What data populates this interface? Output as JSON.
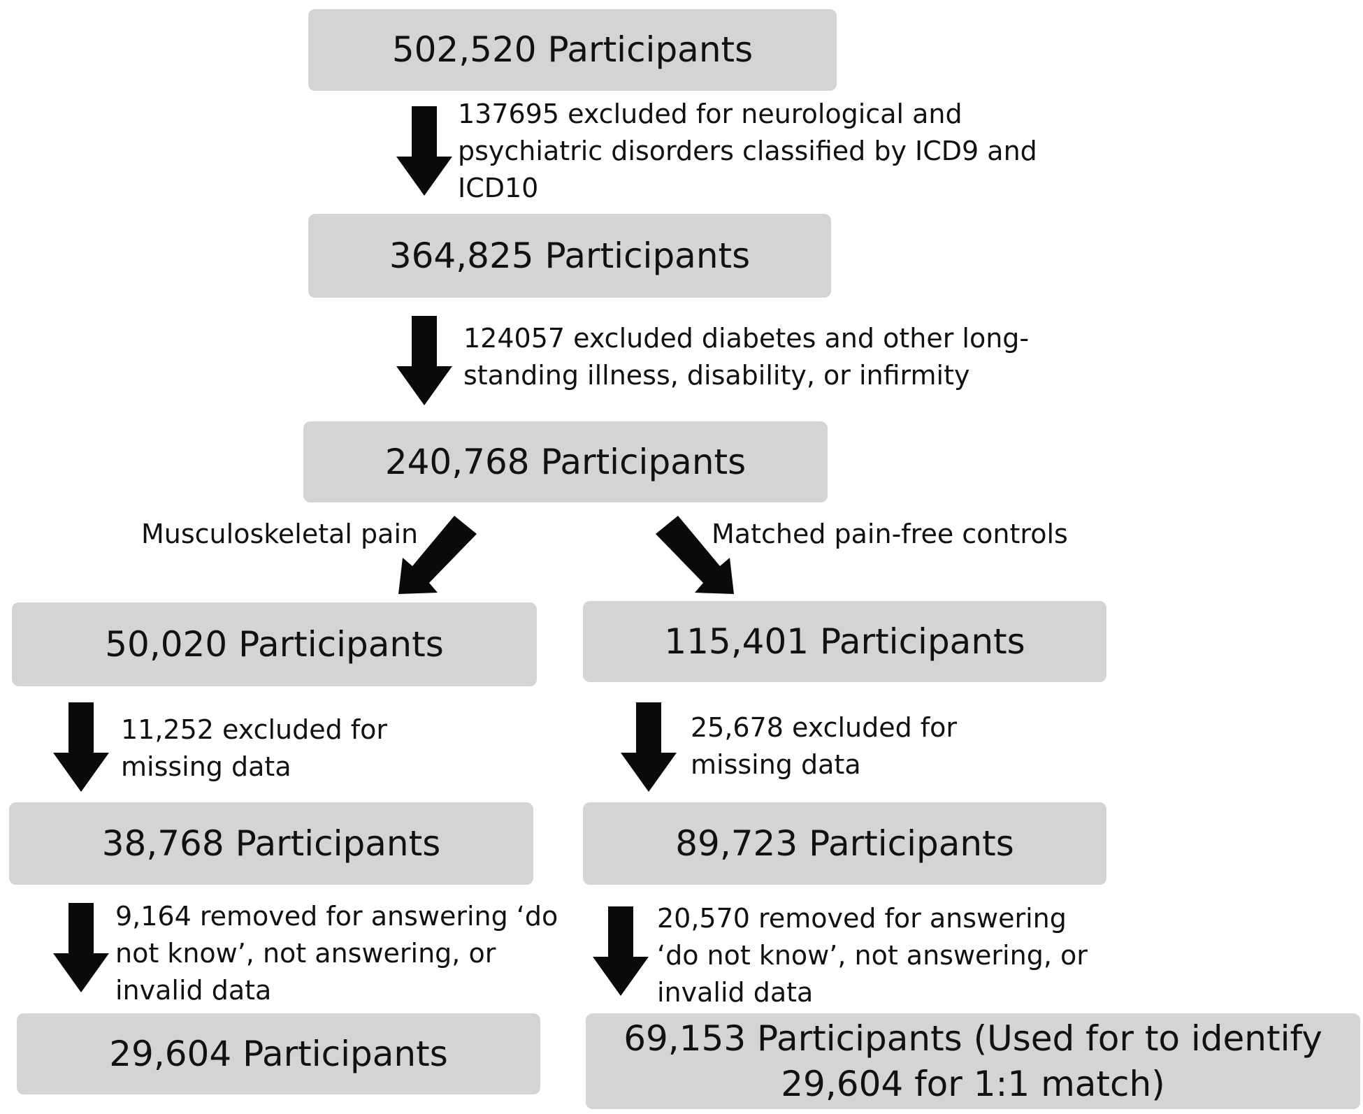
{
  "boxes": {
    "b1": "502,520 Participants",
    "b2": "364,825 Participants",
    "b3": "240,768 Participants",
    "b4": "50,020 Participants",
    "b5": "115,401 Participants",
    "b6": "38,768 Participants",
    "b7": "89,723 Participants",
    "b8": "29,604 Participants",
    "b9": "69,153 Participants (Used for to identify\n29,604 for 1:1 match)"
  },
  "notes": {
    "n1": "137695 excluded for neurological and\npsychiatric disorders classified by ICD9 and\nICD10",
    "n2": "124057 excluded diabetes and other long-\nstanding illness, disability, or infirmity",
    "n3": "Musculoskeletal pain",
    "n4": "Matched pain-free controls",
    "n5": "11,252 excluded for\nmissing data",
    "n6": "25,678 excluded for\nmissing data",
    "n7": "9,164 removed for answering ‘do\nnot know’, not answering, or\ninvalid data",
    "n8": "20,570 removed for answering\n‘do not know’, not answering, or\ninvalid data"
  },
  "colors": {
    "box_fill": "#d4d4d4",
    "arrow": "#0a0a0a",
    "text": "#111111"
  }
}
